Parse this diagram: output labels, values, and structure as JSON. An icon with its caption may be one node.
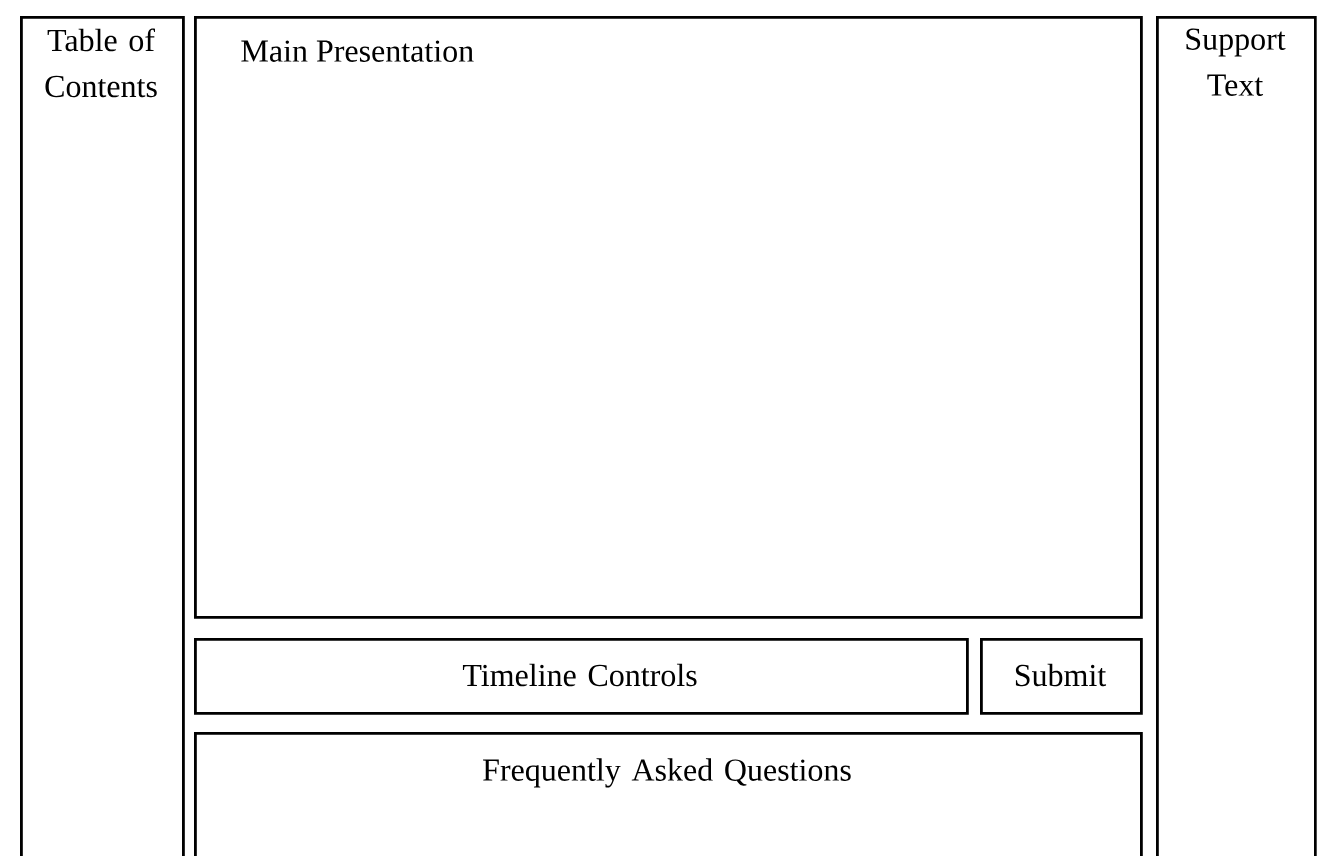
{
  "diagram": {
    "nodes": [
      {
        "text": [
          "Table of Contents"
        ]
      },
      {
        "text": [
          "Main Presentation"
        ]
      },
      {
        "text": [
          "Timeline Controls"
        ]
      },
      {
        "text": [
          "Submit"
        ]
      },
      {
        "text": [
          "Frequently Asked Questions"
        ]
      },
      {
        "text": [
          "Support Text"
        ]
      }
    ]
  }
}
